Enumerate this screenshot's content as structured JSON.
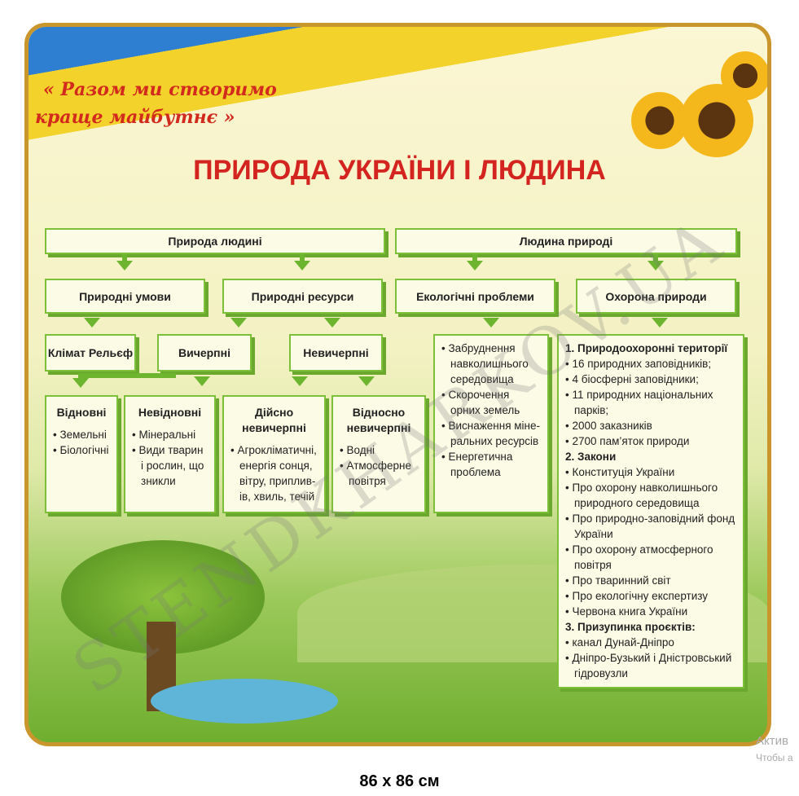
{
  "slogan": [
    "« Разом ми створимо",
    "краще майбутнє »"
  ],
  "title": "ПРИРОДА УКРАЇНИ І ЛЮДИНА",
  "level1": {
    "left": "Природа людині",
    "right": "Людина природі"
  },
  "level2": {
    "conditions": "Природні умови",
    "resources": "Природні ресурси",
    "eco_problems": "Екологічні проблеми",
    "protection": "Охорона природи"
  },
  "level3": {
    "climate": "Клімат Рельєф",
    "exhaustible": "Вичерпні",
    "inexhaustible": "Невичерпні"
  },
  "renewable": {
    "title": "Відновні",
    "items": [
      "Земельні",
      "Біологічні"
    ]
  },
  "nonrenewable": {
    "title": "Невідновні",
    "items": [
      "Мінеральні",
      "Види тварин і рослин, що зникли"
    ]
  },
  "truly": {
    "title": "Дійсно невичерпні",
    "items": [
      "Агрокліматичні, енергія сонця, вітру, приплив-ів, хвиль, течій"
    ]
  },
  "relatively": {
    "title": "Відносно невичерпні",
    "items": [
      "Водні",
      "Атмосферне повітря"
    ]
  },
  "problems": {
    "items": [
      "Забруднення навколишнього середовища",
      "Скорочення орних земель",
      "Виснаження міне-ральних ресурсів",
      "Енергетична проблема"
    ]
  },
  "protection_list": {
    "s1": "1. Природоохоронні території",
    "s1_items": [
      "16 природних заповідників;",
      "4 біосферні заповідники;",
      "11 природних національних парків;",
      "2000 заказників",
      "2700 пам’яток природи"
    ],
    "s2": "2. Закони",
    "s2_items": [
      "Конституція України",
      "Про охорону навколишнього природного середовища",
      "Про природно-заповідний фонд України",
      "Про охорону атмосферного повітря",
      "Про тваринний світ",
      "Про екологічну експертизу",
      "Червона книга України"
    ],
    "s3": "3. Призупинка проєктів:",
    "s3_items": [
      "канал Дунай-Дніпро",
      "Дніпро-Бузький і Дністровський гідровузли"
    ]
  },
  "watermark": "STENDKHARKOV.UA",
  "caption": "86 x 86 см",
  "activation": {
    "line1": "Актив",
    "line2": "Чтобы а"
  }
}
